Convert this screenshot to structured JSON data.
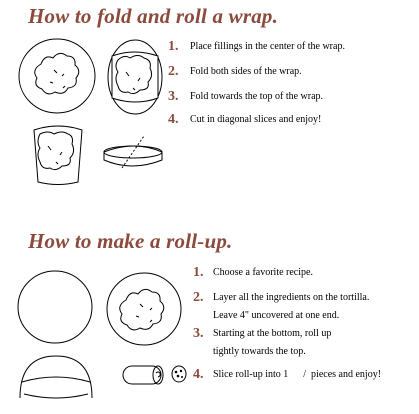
{
  "sections": [
    {
      "title": "How to fold and roll a wrap.",
      "steps": [
        {
          "num": "1.",
          "text": "Place fillings in the center of the wrap."
        },
        {
          "num": "2.",
          "text": "Fold both sides of the wrap."
        },
        {
          "num": "3.",
          "text": "Fold towards the top of the wrap."
        },
        {
          "num": "4.",
          "text": "Cut in diagonal slices and enjoy!"
        }
      ]
    },
    {
      "title": "How to make a roll-up.",
      "steps": [
        {
          "num": "1.",
          "text": "Choose a favorite recipe."
        },
        {
          "num": "2.",
          "text": "Layer all the ingredients on the tortilla.",
          "text2": "Leave 4\" uncovered at one end."
        },
        {
          "num": "3.",
          "text": "Starting at the bottom, roll up",
          "text2": "tightly towards the top."
        },
        {
          "num": "4.",
          "text": "Slice roll-up into 1      /  pieces and enjoy!"
        }
      ]
    }
  ],
  "colors": {
    "heading": "#8b4a3c",
    "line": "#000000"
  }
}
